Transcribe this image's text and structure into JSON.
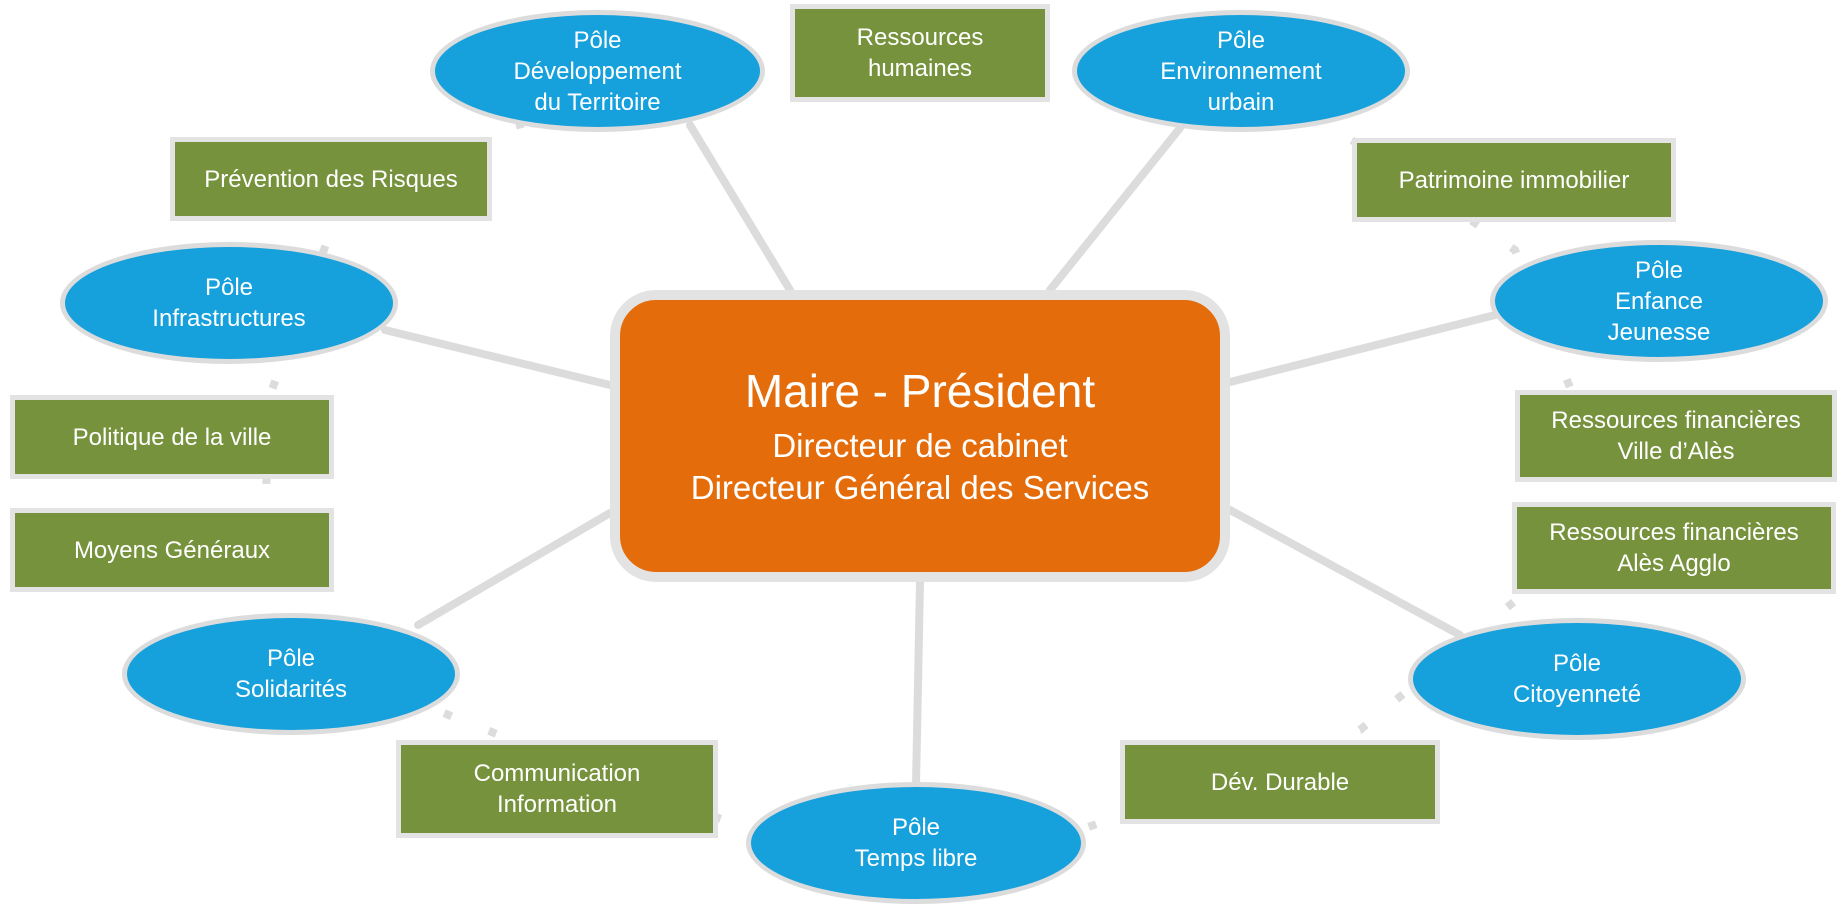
{
  "center": {
    "title": "Maire - Président",
    "line1": "Directeur de cabinet",
    "line2": "Directeur Général des Services"
  },
  "poles": {
    "developpement": "Pôle\nDéveloppement\ndu Territoire",
    "environnement": "Pôle\nEnvironnement\nurbain",
    "infrastructures": "Pôle\nInfrastructures",
    "enfance": "Pôle\nEnfance\nJeunesse",
    "solidarites": "Pôle\nSolidarités",
    "citoyennete": "Pôle\nCitoyenneté",
    "temps_libre": "Pôle\nTemps libre"
  },
  "services": {
    "ressources_humaines": "Ressources\nhumaines",
    "prevention_risques": "Prévention des Risques",
    "patrimoine": "Patrimoine immobilier",
    "politique_ville": "Politique de la ville",
    "moyens_generaux": "Moyens Généraux",
    "finances_ville": "Ressources financières\nVille d’Alès",
    "finances_agglo": "Ressources financières\nAlès Agglo",
    "communication": "Communication\nInformation",
    "dev_durable": "Dév. Durable"
  },
  "colors": {
    "center": "#e46c0a",
    "pole": "#16a0dc",
    "service": "#76923c",
    "connector": "#dcdcdc"
  }
}
